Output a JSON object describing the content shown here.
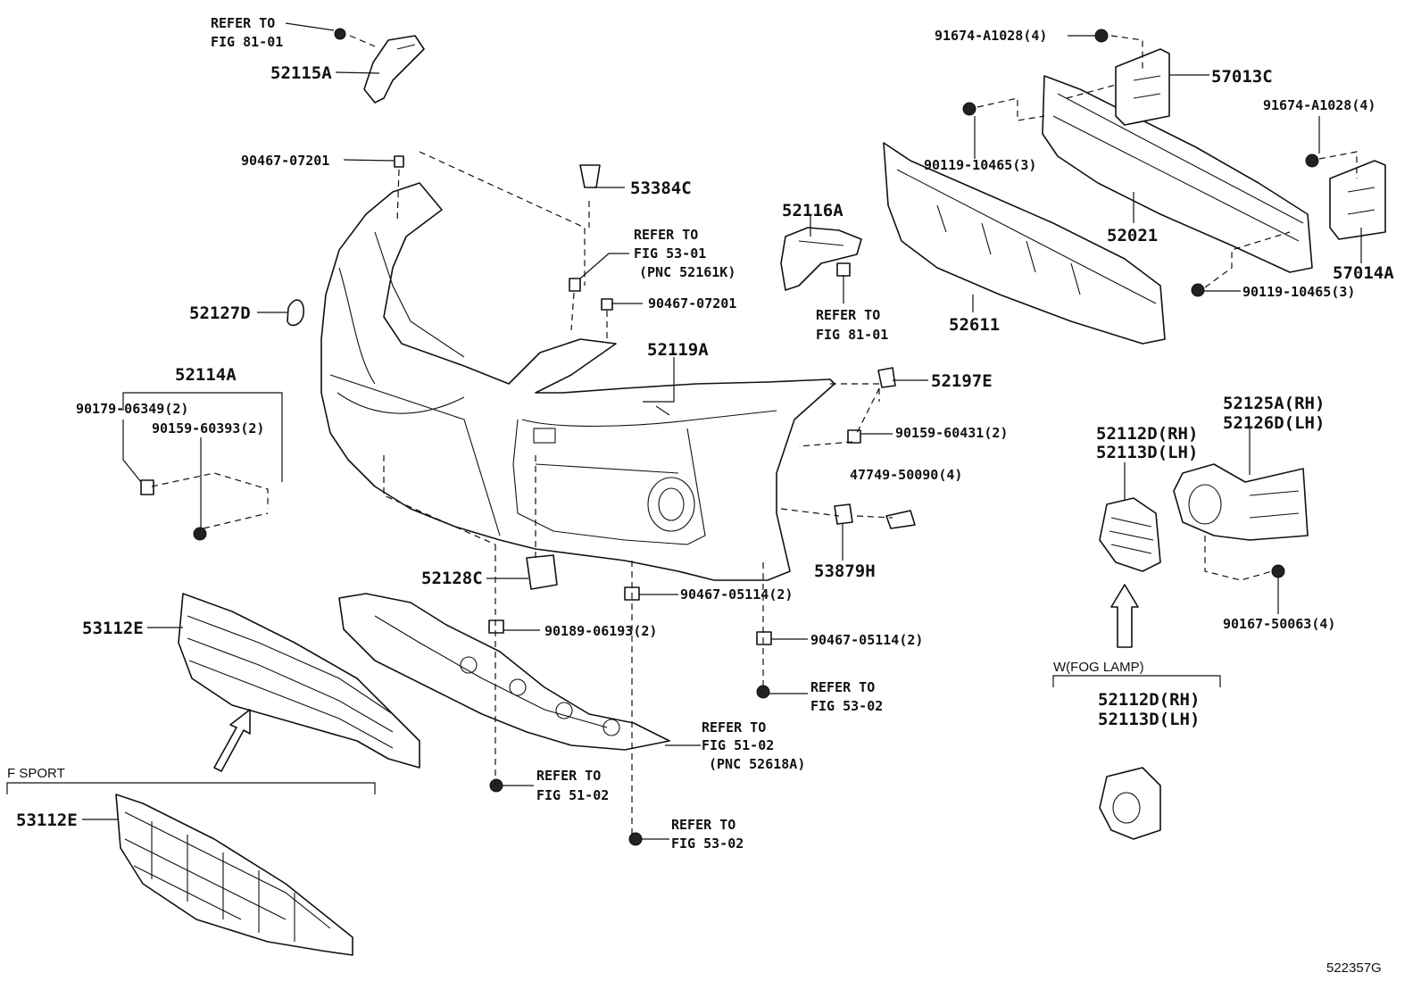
{
  "labels": {
    "refer_8101_a": "REFER TO",
    "refer_8101_a2": "FIG 81-01",
    "p52115A": "52115A",
    "p90467_07201_a": "90467-07201",
    "p53384C": "53384C",
    "refer_5301": "REFER TO",
    "refer_5301_2": "FIG 53-01",
    "refer_5301_3": "(PNC 52161K)",
    "p90467_07201_b": "90467-07201",
    "p52127D": "52127D",
    "p52114A": "52114A",
    "p90179_06349": "90179-06349(2)",
    "p90159_60393": "90159-60393(2)",
    "p52116A": "52116A",
    "refer_8101_b": "REFER TO",
    "refer_8101_b2": "FIG 81-01",
    "p52119A": "52119A",
    "p52197E": "52197E",
    "p90159_60431": "90159-60431(2)",
    "p47749_50090": "47749-50090(4)",
    "p53879H": "53879H",
    "p52128C": "52128C",
    "p90467_05114_a": "90467-05114(2)",
    "p90189_06193": "90189-06193(2)",
    "p90467_05114_b": "90467-05114(2)",
    "refer_5302_a": "REFER TO",
    "refer_5302_a2": "FIG 53-02",
    "p53112E_a": "53112E",
    "refer_5102_a": "REFER TO",
    "refer_5102_a2": "FIG 51-02",
    "refer_5102_a3": "(PNC 52618A)",
    "refer_5102_b": "REFER TO",
    "refer_5102_b2": "FIG 51-02",
    "refer_5302_b": "REFER TO",
    "refer_5302_b2": "FIG 53-02",
    "f_sport": "F SPORT",
    "p53112E_b": "53112E",
    "p91674_a": "91674-A1028(4)",
    "p57013C": "57013C",
    "p91674_b": "91674-A1028(4)",
    "p90119_a": "90119-10465(3)",
    "p52021": "52021",
    "p57014A": "57014A",
    "p90119_b": "90119-10465(3)",
    "p52611": "52611",
    "p52125A": "52125A(RH)",
    "p52126D": "52126D(LH)",
    "p52112D_a": "52112D(RH)",
    "p52113D_a": "52113D(LH)",
    "p90167_50063": "90167-50063(4)",
    "w_fog_lamp": "W(FOG LAMP)",
    "p52112D_b": "52112D(RH)",
    "p52113D_b": "52113D(LH)",
    "figure_id": "522357G"
  }
}
